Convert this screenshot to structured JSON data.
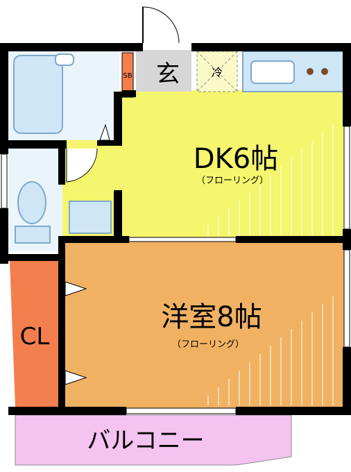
{
  "rooms": {
    "dk": {
      "name": "DK6帖",
      "floor": "（フローリング）"
    },
    "western": {
      "name": "洋室8帖",
      "floor": "（フローリング）"
    },
    "closet": {
      "name": "CL"
    },
    "entrance": {
      "name": "玄"
    },
    "fridge": {
      "name": "冷"
    },
    "shoebox": {
      "name": "SB"
    },
    "balcony": {
      "name": "バルコニー"
    }
  },
  "colors": {
    "dk_floor": "#f5f56e",
    "western_floor": "#f0b262",
    "closet": "#f47f4e",
    "balcony": "#f4c3f0",
    "fixture": "#cfe6f7",
    "fixture_edge": "#7fa8c8",
    "entrance": "#d6d6d6",
    "fridge": "#fafac8",
    "shoebox": "#f47f4e",
    "wall": "#000000",
    "hatch": "#ffffff"
  }
}
